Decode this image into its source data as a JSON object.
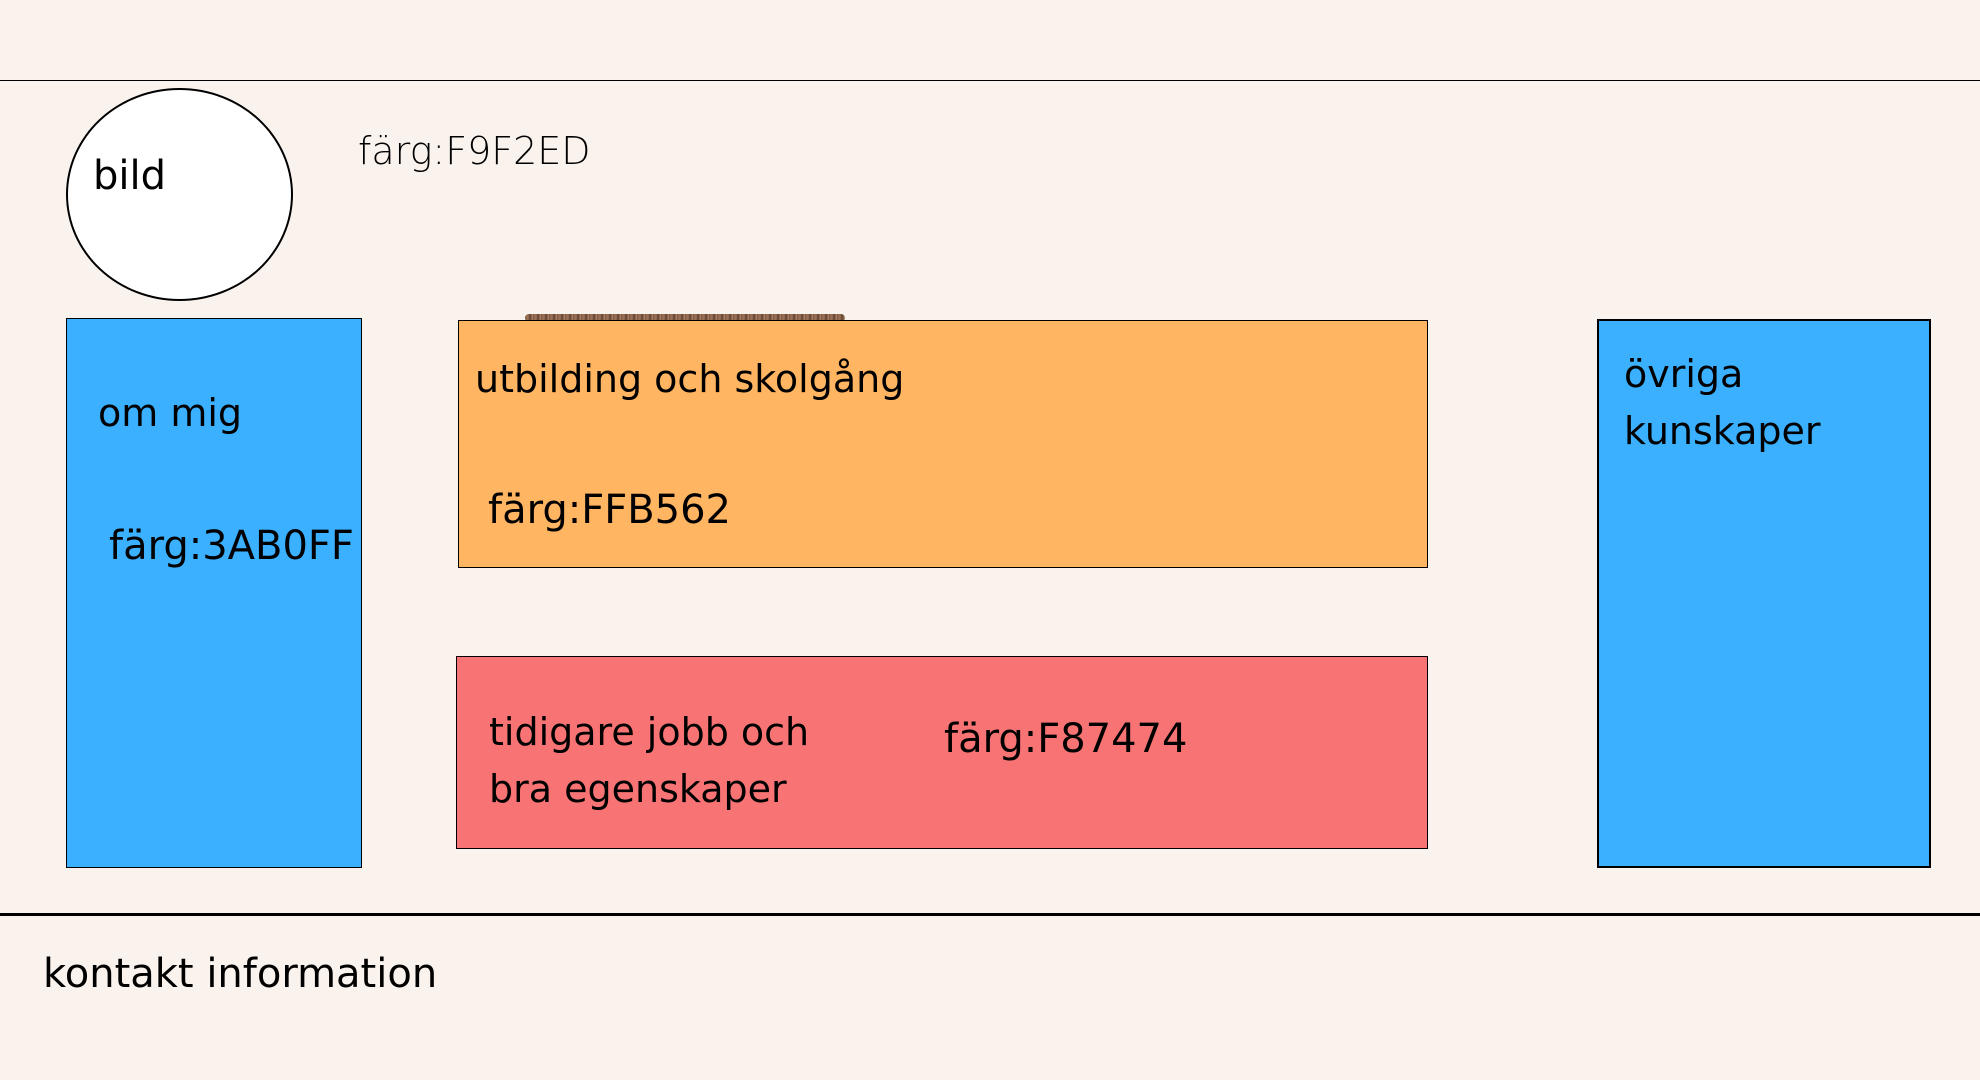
{
  "page": {
    "color_label": "färg:F9F2ED",
    "background_color": "#F9F2ED"
  },
  "bild": {
    "label": "bild"
  },
  "sections": {
    "om_mig": {
      "title": "om mig",
      "color_label": "färg:3AB0FF",
      "color": "#3AB0FF"
    },
    "utbildning": {
      "title": "utbilding och skolgång",
      "color_label": "färg:FFB562",
      "color": "#FFB562"
    },
    "tidigare": {
      "title_line1": "tidigare jobb och",
      "title_line2": "bra egenskaper",
      "color_label": "färg:F87474",
      "color": "#F87474"
    },
    "ovriga": {
      "title_line1": "övriga",
      "title_line2": "kunskaper",
      "color": "#3AB0FF"
    }
  },
  "footer": {
    "label": "kontakt information"
  }
}
